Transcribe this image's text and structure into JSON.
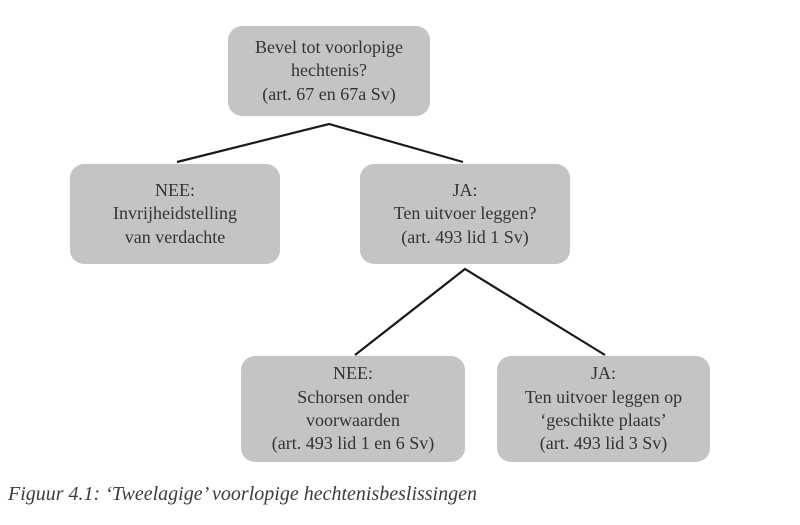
{
  "diagram": {
    "caption": "Figuur 4.1: ‘Tweelagige’ voorlopige hechtenisbeslissingen",
    "nodes": {
      "root": {
        "label": "Bevel tot voorlopige\nhechtenis?\n(art. 67 en 67a Sv)"
      },
      "nee_level1": {
        "label": "NEE:\nInvrijheidstelling\nvan verdachte"
      },
      "ja_level1": {
        "label": "JA:\nTen uitvoer leggen?\n(art. 493 lid 1 Sv)"
      },
      "nee_level2": {
        "label": "NEE:\nSchorsen onder\nvoorwaarden\n(art. 493 lid 1 en 6 Sv)"
      },
      "ja_level2": {
        "label": "JA:\nTen uitvoer leggen op\n‘geschikte plaats’\n(art. 493 lid 3 Sv)"
      }
    },
    "edges": [
      {
        "from": "root",
        "to": "nee_level1"
      },
      {
        "from": "root",
        "to": "ja_level1"
      },
      {
        "from": "ja_level1",
        "to": "nee_level2"
      },
      {
        "from": "ja_level1",
        "to": "ja_level2"
      }
    ],
    "colors": {
      "node_fill": "#c4c4c6",
      "node_text": "#333335",
      "connector": "#1a1a1a",
      "background": "#ffffff"
    }
  }
}
